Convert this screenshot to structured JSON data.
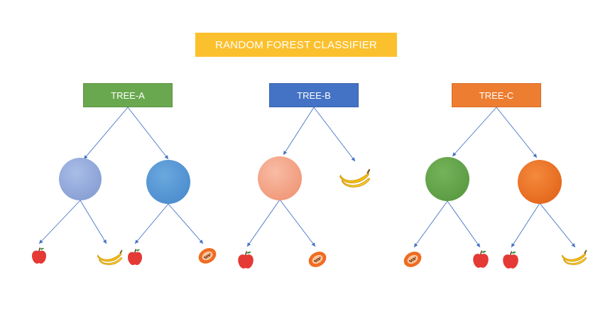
{
  "title": "RANDOM FOREST CLASSIFIER",
  "trees": [
    {
      "label": "TREE-A",
      "color": "#6aa84f"
    },
    {
      "label": "TREE-B",
      "color": "#4472c4"
    },
    {
      "label": "TREE-C",
      "color": "#ed7d31"
    }
  ],
  "colors": {
    "edge": "#4472c4",
    "node_a1": "#8fa8dc",
    "node_a2": "#5b9bd5",
    "node_b1": "#f4a68a",
    "node_c1": "#6aa84f",
    "node_c2": "#ed7d31",
    "apple": "#e53935",
    "banana": "#f9c20f",
    "papaya": "#ef6c21"
  },
  "leaves": {
    "tree_a": [
      "apple",
      "banana",
      "apple",
      "papaya"
    ],
    "tree_b": [
      "banana",
      "apple",
      "papaya"
    ],
    "tree_c": [
      "papaya",
      "apple",
      "apple",
      "banana"
    ]
  }
}
